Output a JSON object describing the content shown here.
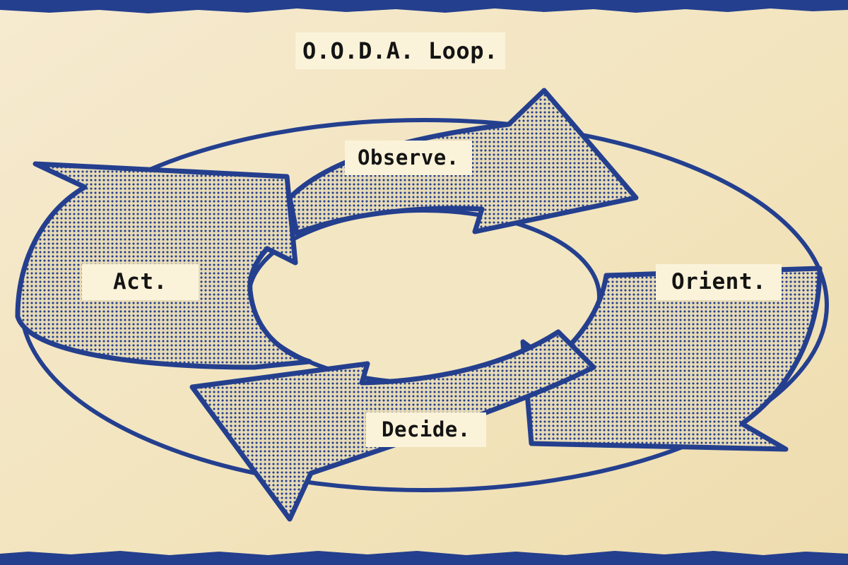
{
  "diagram": {
    "title": "O.O.D.A. Loop.",
    "stages": {
      "observe": "Observe.",
      "orient": "Orient.",
      "decide": "Decide.",
      "act": "Act."
    }
  },
  "colors": {
    "background": "#f3e6c2",
    "ink_blue": "#243f8e",
    "label_background": "#fbf3d9",
    "text": "#141414"
  },
  "icons": {
    "arrows": [
      "observe-arrow-icon",
      "orient-arrow-icon",
      "decide-arrow-icon",
      "act-arrow-icon"
    ]
  }
}
